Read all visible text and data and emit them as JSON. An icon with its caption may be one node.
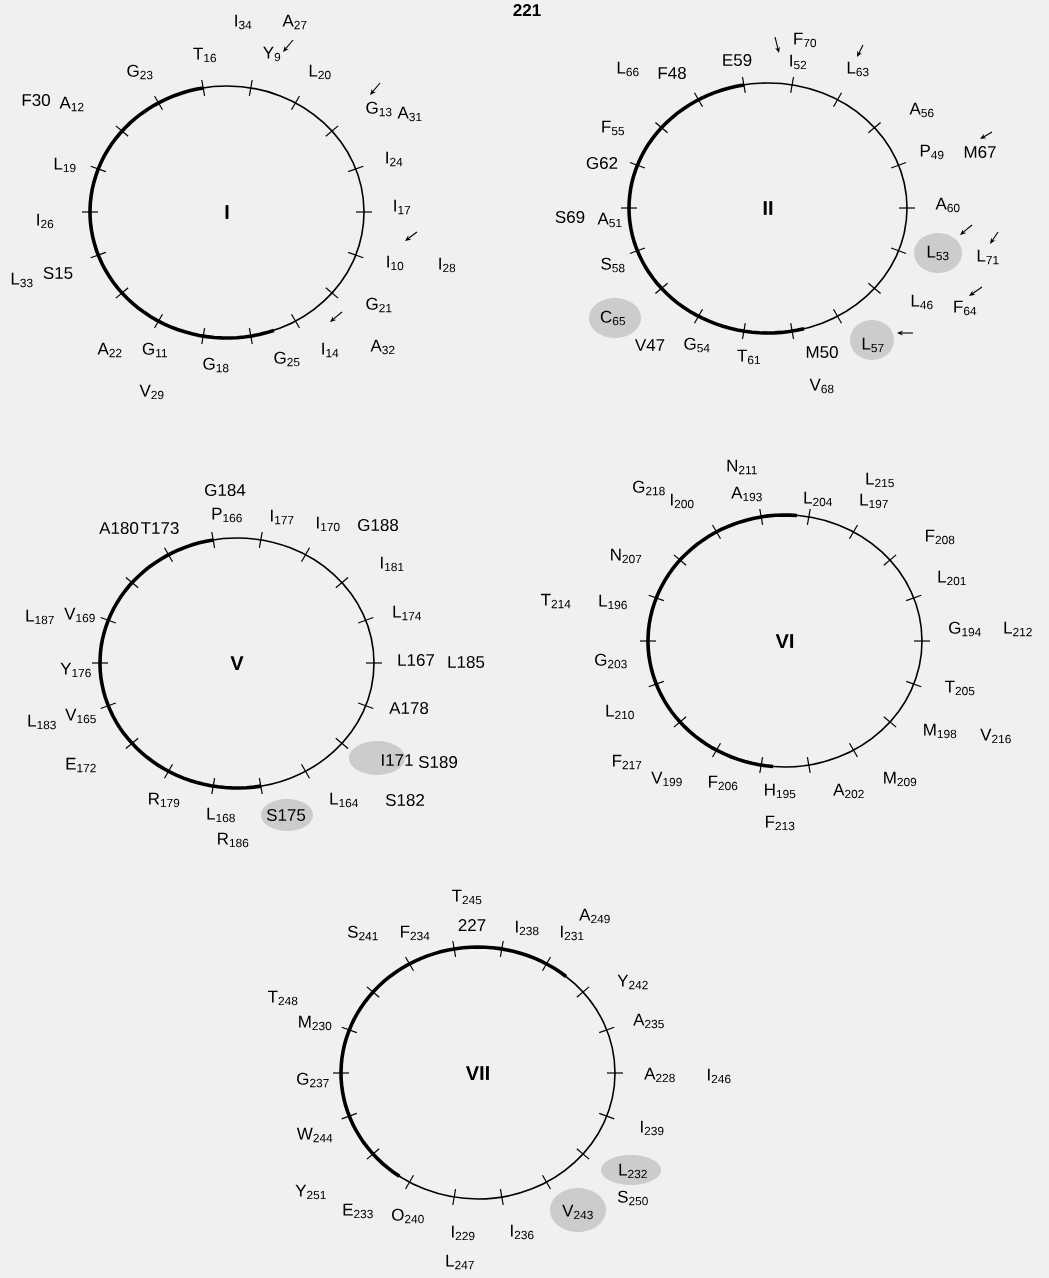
{
  "diagram": {
    "nodes": [
      {
        "text": [
          "I"
        ],
        "beside": [
          "I$_{34}$",
          "A$_{27}$",
          "Y$_{9}$",
          "T$_{16}$",
          "G$_{23}$",
          "L$_{20}$",
          "F30",
          "A$_{12}$",
          "G$_{13}$",
          "A$_{31}$",
          "I$_{24}$",
          "L$_{19}$",
          "I$_{17}$",
          "I$_{26}$",
          "I$_{10}$",
          "I$_{28}$",
          "L$_{33}$",
          "S15",
          "G$_{21}$",
          "A$_{22}$",
          "I$_{14}$",
          "A$_{32}$",
          "G$_{11}$",
          "G$_{25}$",
          "G$_{18}$",
          "V$_{29}$"
        ]
      },
      {
        "text": [
          "II"
        ],
        "beside": [
          "F$_{70}$",
          "I$_{52}$",
          "E59",
          "L$_{63}$",
          "L$_{66}$",
          "F48",
          "A$_{56}$",
          "F$_{55}$",
          "P$_{49}$",
          "M67",
          "G62",
          "A$_{60}$",
          "S69",
          "A$_{51}$",
          "L$_{53}$",
          "L$_{71}$",
          "S$_{58}$",
          "L$_{46}$",
          "F$_{64}$",
          "C$_{65}$",
          "V47",
          "G$_{54}$",
          "L$_{57}$",
          "T$_{61}$",
          "M50",
          "V$_{68}$"
        ]
      },
      {
        "text": [
          "V"
        ],
        "beside": [
          "G184",
          "P$_{166}$",
          "I$_{177}$",
          "T173",
          "I$_{170}$",
          "G188",
          "A180",
          "I$_{181}$",
          "L$_{187}$",
          "V$_{169}$",
          "L$_{174}$",
          "Y$_{176}$",
          "L167",
          "L185",
          "L$_{183}$",
          "V$_{165}$",
          "A178",
          "E$_{172}$",
          "I171",
          "S189",
          "L$_{164}$",
          "S182",
          "R$_{179}$",
          "L$_{168}$",
          "S175",
          "R$_{186}$"
        ]
      },
      {
        "text": [
          "VI"
        ],
        "beside": [
          "N$_{211}$",
          "L$_{215}$",
          "G$_{218}$",
          "A$_{193}$",
          "L$_{204}$",
          "L$_{197}$",
          "I$_{200}$",
          "F$_{208}$",
          "N$_{207}$",
          "L$_{201}$",
          "T$_{214}$",
          "L$_{196}$",
          "G$_{194}$",
          "L$_{212}$",
          "G$_{203}$",
          "T$_{205}$",
          "L$_{210}$",
          "M$_{198}$",
          "V$_{216}$",
          "F$_{217}$",
          "V$_{199}$",
          "M$_{209}$",
          "F$_{206}$",
          "H$_{195}$",
          "A$_{202}$",
          "F$_{213}$"
        ]
      },
      {
        "text": [
          "VII"
        ],
        "beside": [
          "T$_{245}$",
          "A$_{249}$",
          "227",
          "I$_{238}$",
          "F$_{234}$",
          "I$_{231}$",
          "S$_{241}$",
          "Y$_{242}$",
          "T$_{248}$",
          "M$_{230}$",
          "A$_{235}$",
          "G$_{237}$",
          "A$_{228}$",
          "I$_{246}$",
          "W$_{244}$",
          "I$_{239}$",
          "L$_{232}$",
          "E$_{233}$",
          "Y$_{251}$",
          "S$_{250}$",
          "O$_{240}$",
          "V$_{243}$",
          "I$_{229}$",
          "I$_{236}$",
          "L$_{247}$"
        ]
      }
    ],
    "labels": [
      "221"
    ]
  }
}
